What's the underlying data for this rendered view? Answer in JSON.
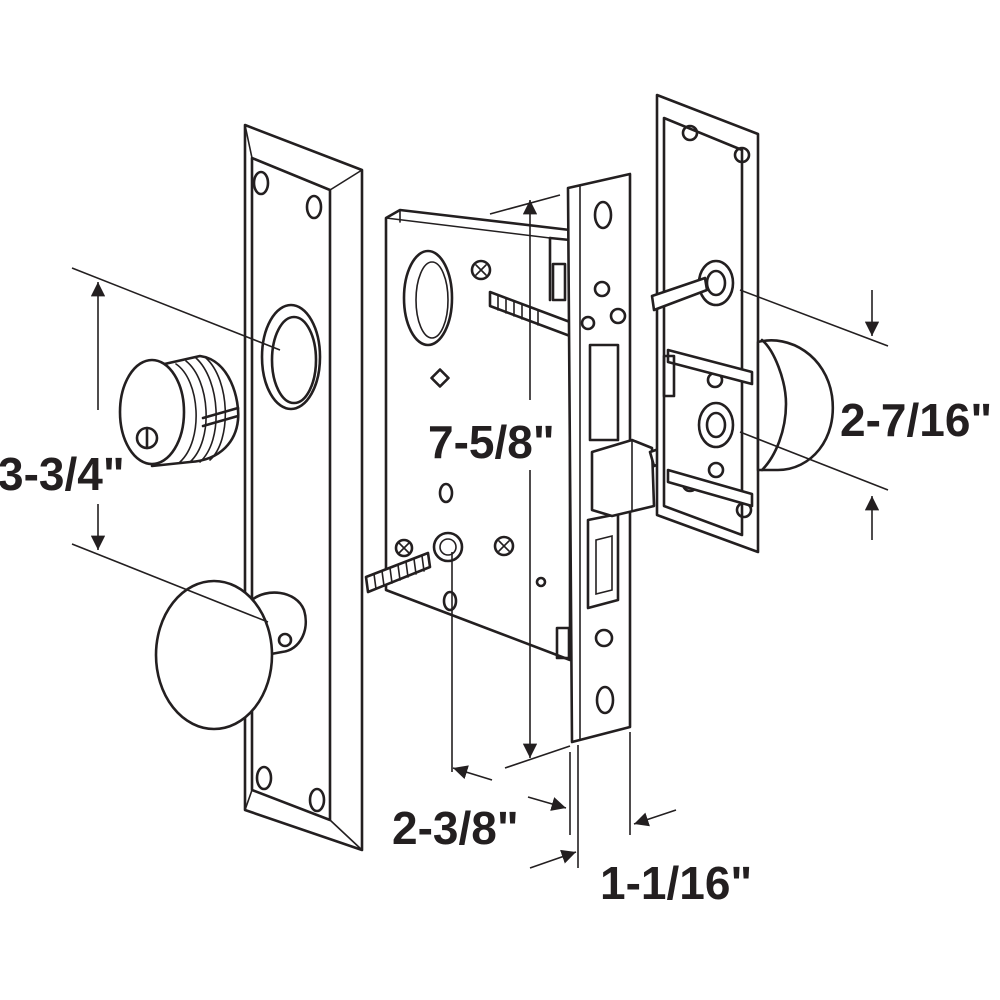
{
  "dimensions": {
    "faceplate_hole_spacing": "3-3/4\"",
    "case_height": "7-5/8\"",
    "backset": "2-3/8\"",
    "faceplate_width": "1-1/16\"",
    "inside_hole_spacing": "2-7/16\""
  },
  "parts": [
    "outer-escutcheon-plate",
    "mortise-cylinder",
    "knob",
    "lock-body",
    "inner-escutcheon-plate",
    "inner-knob"
  ]
}
